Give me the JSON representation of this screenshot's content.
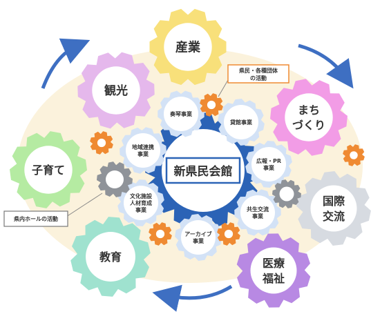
{
  "center": {
    "label": "新県民会館"
  },
  "outer_gears": [
    {
      "id": "sangyo",
      "lines": [
        "産業"
      ],
      "color": "#f8e07a"
    },
    {
      "id": "machi",
      "lines": [
        "まち",
        "づくり"
      ],
      "color": "#f29ce6"
    },
    {
      "id": "kokusai",
      "lines": [
        "国際",
        "交流"
      ],
      "color": "#d7dbe1"
    },
    {
      "id": "iryo",
      "lines": [
        "医療",
        "福祉"
      ],
      "color": "#b889e3"
    },
    {
      "id": "kyoiku",
      "lines": [
        "教育"
      ],
      "color": "#9fe2cf"
    },
    {
      "id": "kosodate",
      "lines": [
        "子育て"
      ],
      "color": "#b5eba2"
    },
    {
      "id": "kanko",
      "lines": [
        "観光"
      ],
      "color": "#e5b8ec"
    }
  ],
  "inner_gears": [
    {
      "id": "suisui",
      "lines": [
        "奏琴事業"
      ]
    },
    {
      "id": "kashi",
      "lines": [
        "貸館事業"
      ]
    },
    {
      "id": "koho",
      "lines": [
        "広報・PR",
        "事業"
      ]
    },
    {
      "id": "kyosei",
      "lines": [
        "共生交流",
        "事業"
      ]
    },
    {
      "id": "archive",
      "lines": [
        "アーカイブ",
        "事業"
      ]
    },
    {
      "id": "bunka",
      "lines": [
        "文化施設",
        "人材育成",
        "事業"
      ]
    },
    {
      "id": "chiiki",
      "lines": [
        "地域連携",
        "事業"
      ]
    }
  ],
  "callouts": {
    "kenmin": [
      "県民・各種団体",
      "の活動"
    ],
    "hall": "県内ホールの活動"
  },
  "colors": {
    "center_gear": "#2b63b6",
    "center_border": "#2b63b6",
    "arrow": "#3e6fc2",
    "small_gear": "#ef8a32",
    "grey_gear": "#8f9399",
    "inner_gear": "#d3e2f6",
    "callout_border": "#ef8a32",
    "callout_border_grey": "#777777",
    "background_blob": "#fbf2dc"
  }
}
